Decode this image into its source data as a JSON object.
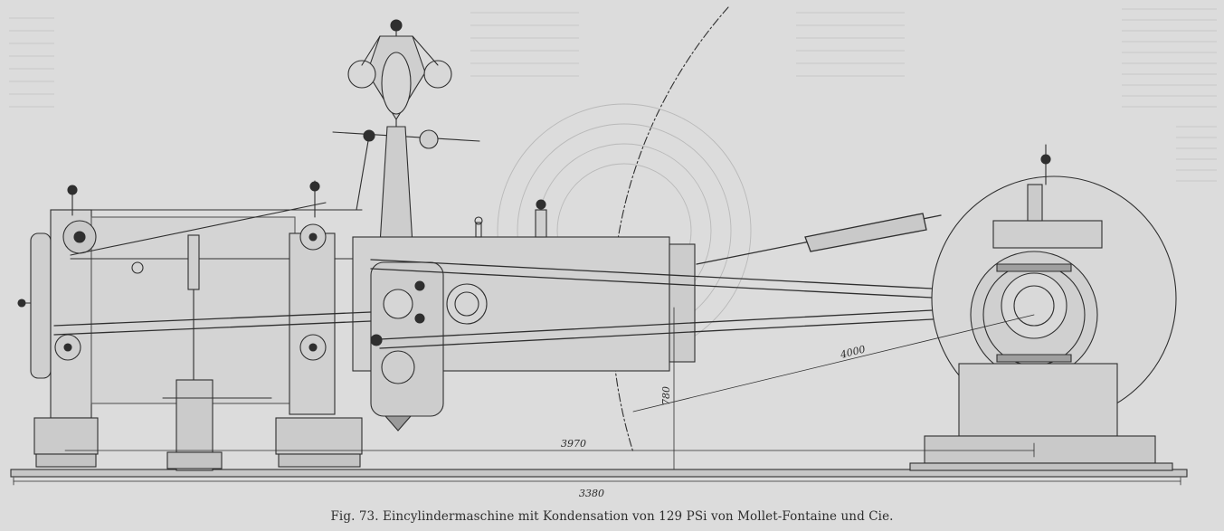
{
  "figure": {
    "caption": "Fig. 73.  Eincylindermaschine mit Kondensation von 129 PSi von Mollet-Fontaine und Cie.",
    "dimensions": [
      "3970",
      "3380",
      "780",
      "4000"
    ]
  },
  "colors": {
    "paper": "#dcdcdc",
    "ink": "#2f2f2f",
    "ghost_text": "#c4c4c4"
  }
}
